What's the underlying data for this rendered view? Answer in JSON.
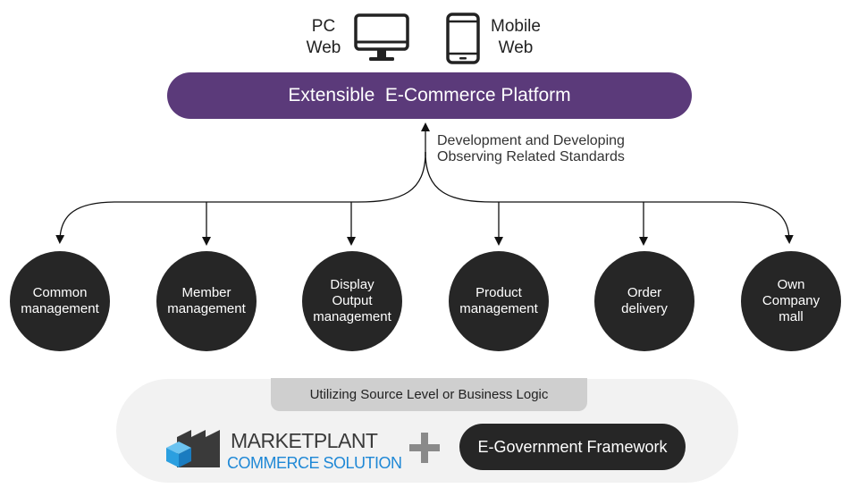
{
  "top": {
    "pc_label": "PC\nWeb",
    "mobile_label": "Mobile\nWeb",
    "pc_icon": "desktop-monitor-icon",
    "mobile_icon": "smartphone-icon"
  },
  "platform": {
    "label": "Extensible  E-Commerce Platform",
    "color": "#5b3a7a"
  },
  "connector_text": {
    "line1": "Development and Developing",
    "line2": "Observing Related Standards"
  },
  "modules": [
    {
      "label": "Common\nmanagement"
    },
    {
      "label": "Member\nmanagement"
    },
    {
      "label": "Display\nOutput\nmanagement"
    },
    {
      "label": "Product\nmanagement"
    },
    {
      "label": "Order\ndelivery"
    },
    {
      "label": "Own\nCompany\nmall"
    }
  ],
  "bottom": {
    "utilizing": "Utilizing Source Level or Business Logic",
    "marketplant_title": "MARKETPLANT",
    "marketplant_sub": "COMMERCE SOLUTION",
    "logo_icon": "marketplant-cube-logo-icon",
    "plus_icon": "plus-icon",
    "egov": "E-Government Framework",
    "accent_blue": "#1f88d6"
  }
}
